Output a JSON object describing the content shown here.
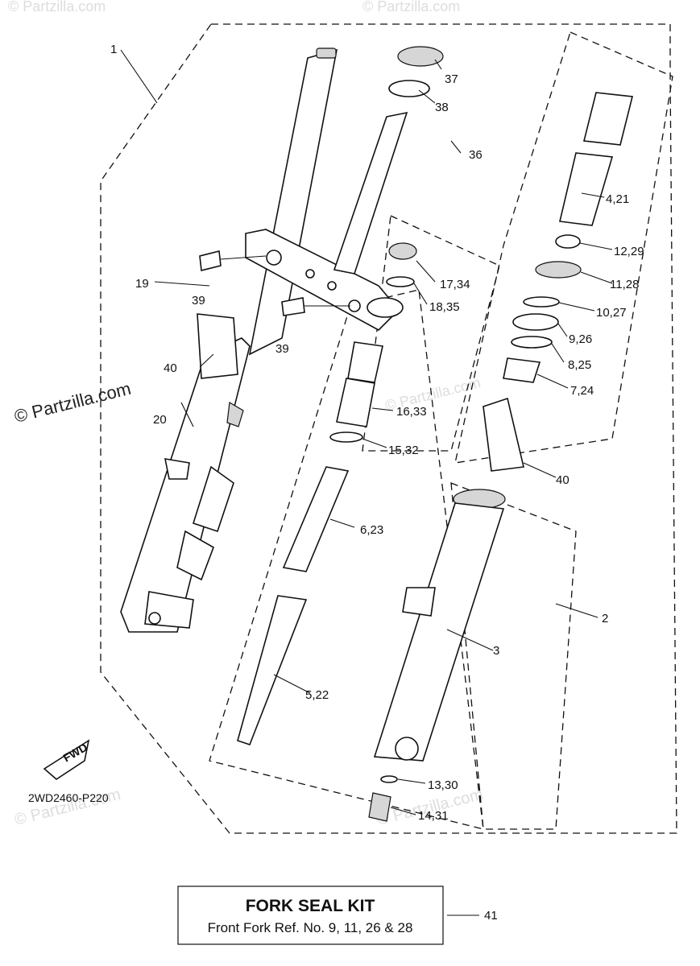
{
  "watermarks": {
    "main": "© Partzilla.com",
    "faint": "© Partzilla.com"
  },
  "diagram_ref": "2WD2460-P220",
  "fwd_label": "FWD",
  "callouts": [
    {
      "id": "c1",
      "text": "1"
    },
    {
      "id": "c37",
      "text": "37"
    },
    {
      "id": "c38",
      "text": "38"
    },
    {
      "id": "c36",
      "text": "36"
    },
    {
      "id": "c421",
      "text": "4,21"
    },
    {
      "id": "c1229",
      "text": "12,29"
    },
    {
      "id": "c1734",
      "text": "17,34"
    },
    {
      "id": "c1128",
      "text": "11,28"
    },
    {
      "id": "c19",
      "text": "19"
    },
    {
      "id": "c39a",
      "text": "39"
    },
    {
      "id": "c1835",
      "text": "18,35"
    },
    {
      "id": "c1027",
      "text": "10,27"
    },
    {
      "id": "c926",
      "text": "9,26"
    },
    {
      "id": "c39b",
      "text": "39"
    },
    {
      "id": "c825",
      "text": "8,25"
    },
    {
      "id": "c40a",
      "text": "40"
    },
    {
      "id": "c724",
      "text": "7,24"
    },
    {
      "id": "c1633",
      "text": "16,33"
    },
    {
      "id": "c20",
      "text": "20"
    },
    {
      "id": "c1532",
      "text": "15,32"
    },
    {
      "id": "c40b",
      "text": "40"
    },
    {
      "id": "c623",
      "text": "6,23"
    },
    {
      "id": "c2",
      "text": "2"
    },
    {
      "id": "c3",
      "text": "3"
    },
    {
      "id": "c522",
      "text": "5,22"
    },
    {
      "id": "c1330",
      "text": "13,30"
    },
    {
      "id": "c1431",
      "text": "14,31"
    },
    {
      "id": "c41",
      "text": "41"
    }
  ],
  "kit": {
    "title": "FORK SEAL KIT",
    "subtitle": "Front Fork Ref. No. 9, 11, 26 & 28"
  }
}
